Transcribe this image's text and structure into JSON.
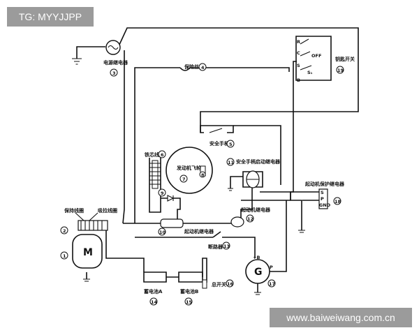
{
  "overlay": {
    "tag": "TG: MYYJJPP",
    "watermark": "www.baiweiwang.com.cn"
  },
  "labels": {
    "power_relay": "电源继电器",
    "fuse": "保险丝",
    "key_switch": "钥匙开关",
    "safety_handle": "安全手柄",
    "core_coil": "铁芯线圈",
    "flywheel": "发动机飞轮",
    "safety_start_relay": "安全手柄启动继电器",
    "starter_protect_relay": "起动机保护继电器",
    "starter_relay_12": "起动机继电器",
    "hold_coil": "保持线圈",
    "pull_coil": "吸拉线圈",
    "starter_relay_10": "起动机继电器",
    "breaker": "断路器",
    "battery_a": "蓄电池A",
    "battery_b": "蓄电池B",
    "main_switch": "总开关"
  },
  "terminals": {
    "R": "R",
    "C": "C",
    "OFF": "OFF",
    "S": "S",
    "S1": "S₁",
    "B": "B",
    "plus_B": "+B",
    "P": "P",
    "S_p": "S",
    "P_p": "P",
    "GND": "GND"
  },
  "symbols": {
    "motor": "M",
    "generator": "G"
  },
  "numbers": {
    "n1": "1",
    "n2": "2",
    "n3": "3",
    "n4": "4",
    "n5": "5",
    "n6": "6",
    "n7": "7",
    "n8": "8",
    "n9": "9",
    "n10": "10",
    "n11": "11",
    "n12": "12",
    "n13": "13",
    "n14": "14",
    "n15": "15",
    "n16": "16",
    "n17": "17",
    "n18": "18",
    "n19": "19"
  }
}
